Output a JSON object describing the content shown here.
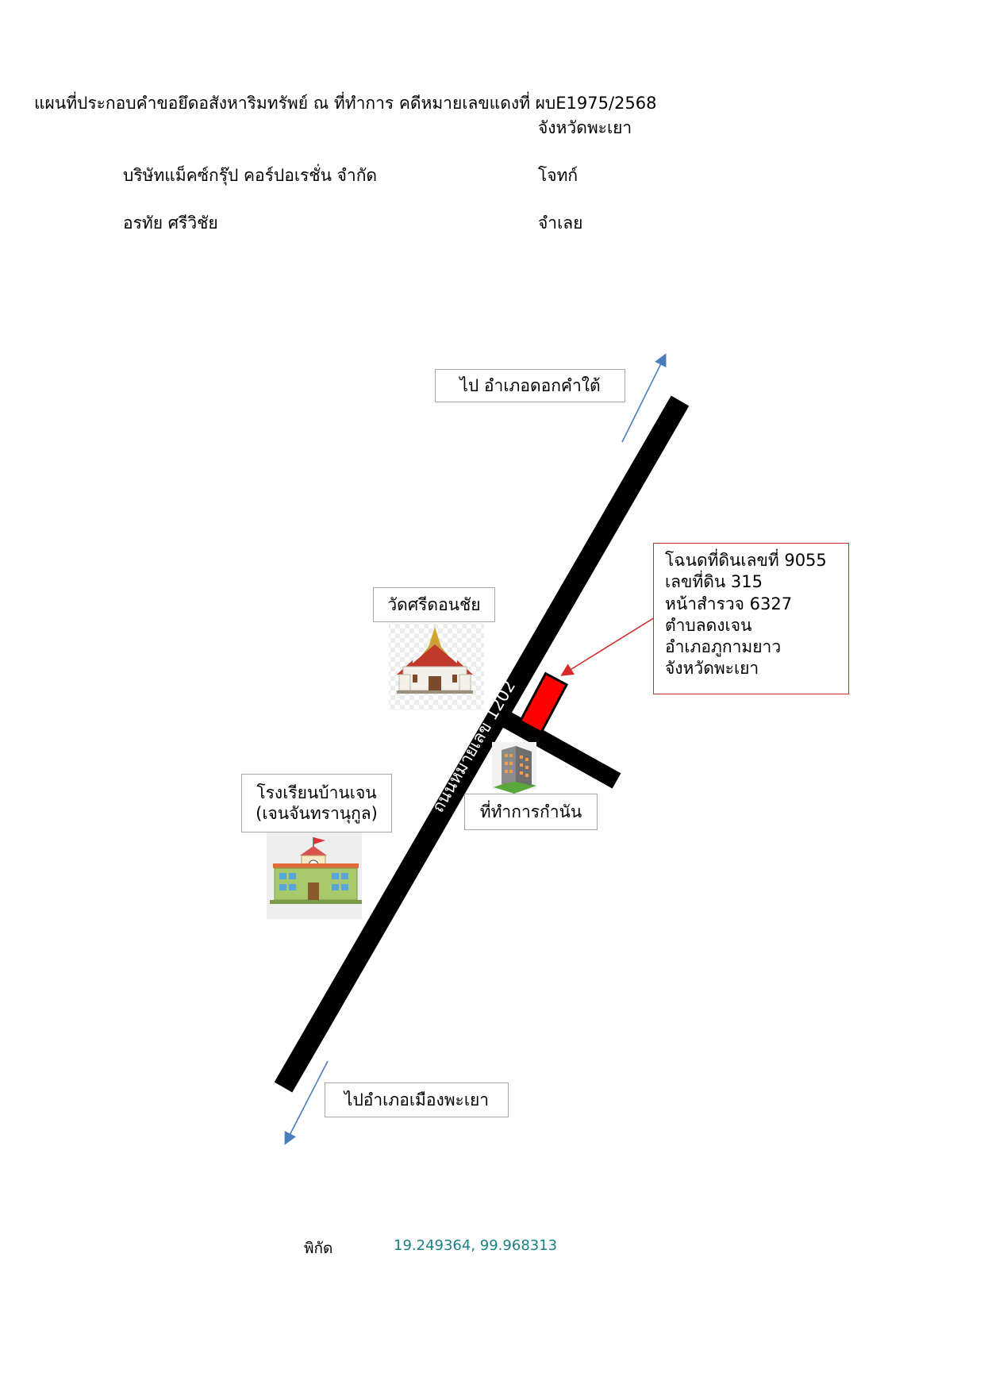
{
  "header": {
    "title": "แผนที่ประกอบคำขอยึดอสังหาริมทรัพย์ ณ ที่ทำการ คดีหมายเลขแดงที่ ผบE1975/2568",
    "province": "จังหวัดพะเยา",
    "plaintiff_name": "บริษัทแม็คซ์กรุ๊ป คอร์ปอเรชั่น จำกัด",
    "plaintiff_role": "โจทก์",
    "defendant_name": "อรทัย ศรีวิชัย",
    "defendant_role": "จำเลย"
  },
  "map": {
    "direction_north": "ไป อำเภอดอกคำใต้",
    "direction_south": "ไปอำเภอเมืองพะเยา",
    "road_label": "ถนนหมายเลข 1202",
    "temple_label": "วัดศรีดอนชัย",
    "school_label_line1": "โรงเรียนบ้านเจน",
    "school_label_line2": "(เจนจันทรานุกูล)",
    "office_label": "ที่ทำการกำนัน",
    "deed": {
      "line1": "โฉนดที่ดินเลขที่ 9055",
      "line2": "เลขที่ดิน 315",
      "line3": "หน้าสำรวจ 6327",
      "line4": "ตำบลดงเจน",
      "line5": "อำเภอภูกามยาว",
      "line6": "จังหวัดพะเยา"
    },
    "colors": {
      "road": "#000000",
      "parcel": "#ff0000",
      "deed_border": "#d62b2b",
      "arrow": "#4a7ebb",
      "coordinate_text": "#1a7f84"
    }
  },
  "coordinates": {
    "label": "พิกัด",
    "value": "19.249364, 99.968313"
  }
}
